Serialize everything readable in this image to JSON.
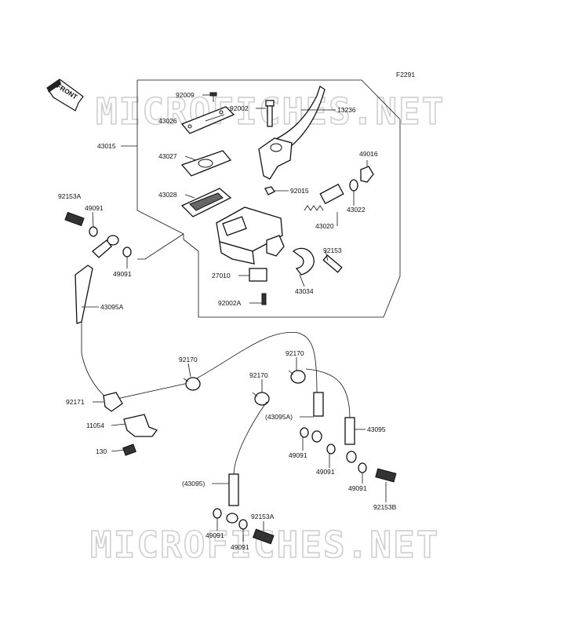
{
  "figure_code": "F2291",
  "front_label": "FRONT",
  "watermark": "MICROFICHES.NET",
  "labels": {
    "p92009": "92009",
    "p92002": "92002",
    "p13236": "13236",
    "p43026": "43026",
    "p43015": "43015",
    "p49016": "49016",
    "p43027": "43027",
    "p43028": "43028",
    "p92015": "92015",
    "p43022": "43022",
    "p92153a_top": "92153A",
    "p49091_top": "49091",
    "p43020": "43020",
    "p92153": "92153",
    "p49091_mid": "49091",
    "p27010": "27010",
    "p43034": "43034",
    "p92002a": "92002A",
    "p43095a": "43095A",
    "p92170_left": "92170",
    "p92170_right": "92170",
    "p92170_mid": "92170",
    "p92171": "92171",
    "p43095a_paren": "(43095A)",
    "p43095": "43095",
    "p11054": "11054",
    "p49091_c1": "49091",
    "p130": "130",
    "p49091_c2": "49091",
    "p49091_c3": "49091",
    "p92153b": "92153B",
    "p43095_paren": "(43095)",
    "p92153a_bottom": "92153A",
    "p49091_b1": "49091",
    "p49091_b2": "49091"
  }
}
